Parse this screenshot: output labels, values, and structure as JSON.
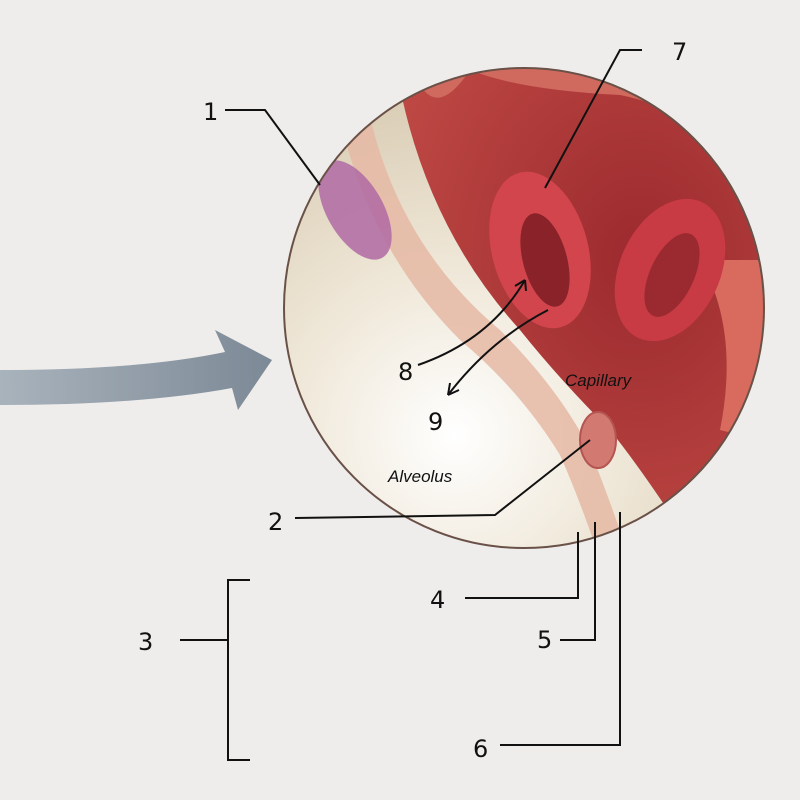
{
  "diagram": {
    "labels": {
      "capillary": "Capillary",
      "alveolus": "Alveolus"
    },
    "numbers": [
      "1",
      "2",
      "3",
      "4",
      "5",
      "6",
      "7",
      "8",
      "9"
    ],
    "colors": {
      "background": "#efedeb",
      "alveolus": "#ece3d3",
      "capillary_wall": "#c9574f",
      "capillary_dark": "#8e1f24",
      "rbc": "#c8323e",
      "arrow": "#8a97a3",
      "cell_purple": "#b06aa3"
    }
  }
}
